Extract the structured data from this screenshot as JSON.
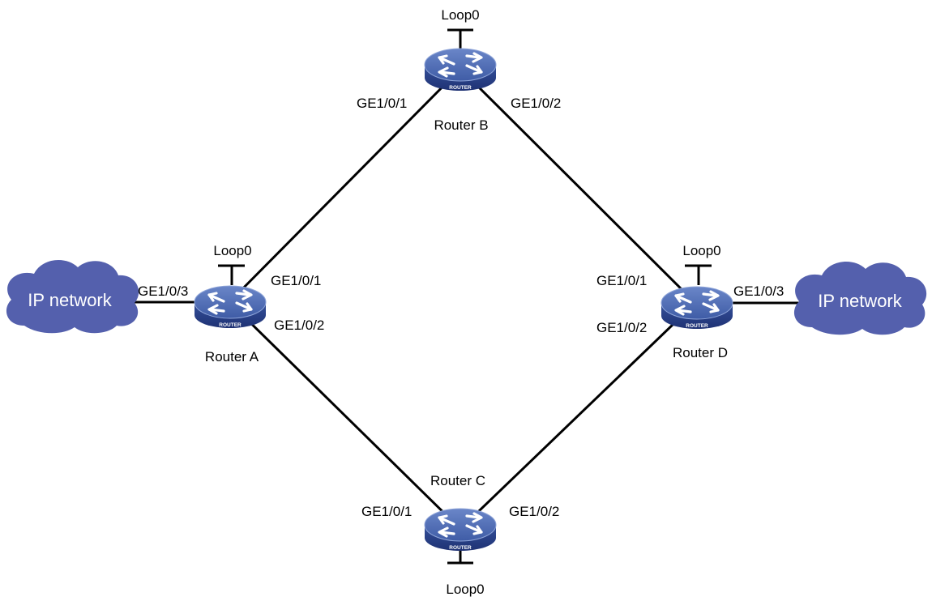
{
  "routers": {
    "a": {
      "name": "Router A",
      "loop": "Loop0",
      "badge": "ROUTER"
    },
    "b": {
      "name": "Router B",
      "loop": "Loop0",
      "badge": "ROUTER"
    },
    "c": {
      "name": "Router C",
      "loop": "Loop0",
      "badge": "ROUTER"
    },
    "d": {
      "name": "Router D",
      "loop": "Loop0",
      "badge": "ROUTER"
    }
  },
  "clouds": {
    "left": "IP network",
    "right": "IP network"
  },
  "ports": {
    "a_ge3": "GE1/0/3",
    "a_ge1": "GE1/0/1",
    "a_ge2": "GE1/0/2",
    "b_ge1": "GE1/0/1",
    "b_ge2": "GE1/0/2",
    "c_ge1": "GE1/0/1",
    "c_ge2": "GE1/0/2",
    "d_ge1": "GE1/0/1",
    "d_ge2": "GE1/0/2",
    "d_ge3": "GE1/0/3"
  },
  "colors": {
    "cloud": "#5460ad",
    "router_top": "#4d6bb4",
    "router_side": "#2a3f86",
    "link": "#000000"
  }
}
